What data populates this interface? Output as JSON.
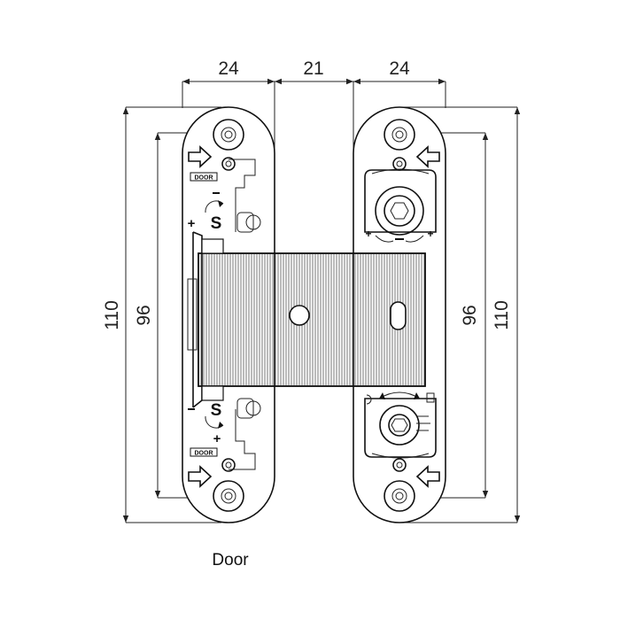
{
  "dimensions": {
    "top_left": "24",
    "top_middle": "21",
    "top_right": "24",
    "left_outer": "110",
    "left_inner": "96",
    "right_inner": "96",
    "right_outer": "110"
  },
  "labels": {
    "door_marking_top": "DOOR",
    "door_marking_bottom": "DOOR",
    "adjust_symbol_top": "S",
    "adjust_symbol_bottom": "S",
    "caption": "Door"
  },
  "colors": {
    "line": "#222222",
    "background": "#ffffff"
  }
}
